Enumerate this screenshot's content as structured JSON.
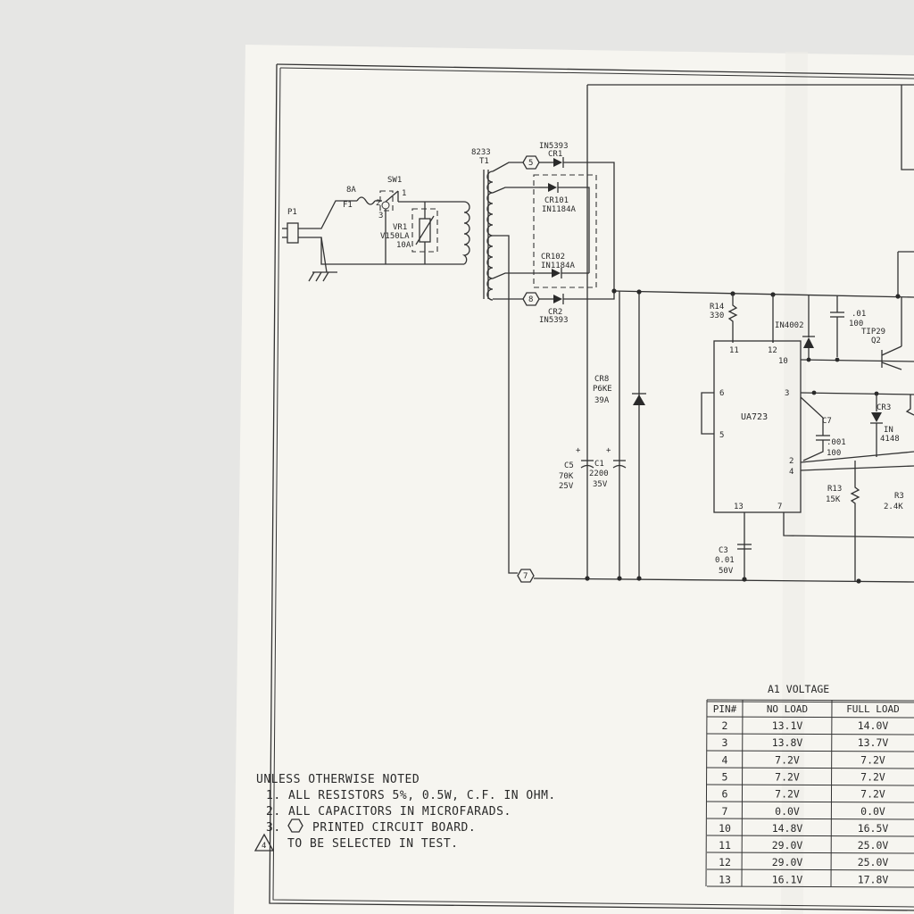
{
  "labels": {
    "p1": "P1",
    "f1_rating": "8A",
    "f1": "F1",
    "sw1": "SW1",
    "sw1_pin1": "1",
    "sw1_pin2": "2",
    "sw1_pin3": "3",
    "vr1": "VR1",
    "vr1_part": "V150LA",
    "vr1_rating": "10A",
    "t1_part": "8233",
    "t1": "T1",
    "node5": "5",
    "node8": "8",
    "node7": "7",
    "cr1_part": "IN5393",
    "cr1": "CR1",
    "cr101": "CR101",
    "cr101_part": "IN1184A",
    "cr102": "CR102",
    "cr102_part": "IN1184A",
    "cr2": "CR2",
    "cr2_part": "IN5393",
    "c5": "C5",
    "c5_val": "70K",
    "c5_volt": "25V",
    "c1": "C1",
    "c1_val": "2200",
    "c1_volt": "35V",
    "plus": "+",
    "cr8": "CR8",
    "cr8_part": "P6KE",
    "cr8_volt": "39A",
    "r14": "R14",
    "r14_val": "330",
    "in4002": "IN4002",
    "cap_01": ".01",
    "cap_100": "100",
    "tip29": "TIP29",
    "q2": "Q2",
    "ua723": "UA723",
    "pin11": "11",
    "pin12": "12",
    "pin10": "10",
    "pin6": "6",
    "pin5": "5",
    "pin3": "3",
    "pin2": "2",
    "pin4": "4",
    "pin13": "13",
    "pin7": "7",
    "c7": "C7",
    "c7_val": ".001",
    "c7_val2": "100",
    "cr3": "CR3",
    "cr3_part1": "IN",
    "cr3_part2": "4148",
    "r13": "R13",
    "r13_val": "15K",
    "r3": "R3",
    "r3_val": "2.4K",
    "c3": "C3",
    "c3_val": "0.01",
    "c3_volt": "50V"
  },
  "notes": {
    "heading": "UNLESS OTHERWISE NOTED",
    "n1": "1. ALL RESISTORS 5%, 0.5W, C.F. IN OHM.",
    "n2": "2. ALL CAPACITORS IN MICROFARADS.",
    "n3_num": "3.",
    "n3": "PRINTED CIRCUIT BOARD.",
    "n4_num": "4",
    "n4": "TO BE SELECTED IN TEST."
  },
  "table": {
    "title": "A1 VOLTAGE",
    "headers": [
      "PIN#",
      "NO LOAD",
      "FULL LOAD"
    ],
    "rows": [
      [
        "2",
        "13.1V",
        "14.0V"
      ],
      [
        "3",
        "13.8V",
        "13.7V"
      ],
      [
        "4",
        "7.2V",
        "7.2V"
      ],
      [
        "5",
        "7.2V",
        "7.2V"
      ],
      [
        "6",
        "7.2V",
        "7.2V"
      ],
      [
        "7",
        "0.0V",
        "0.0V"
      ],
      [
        "10",
        "14.8V",
        "16.5V"
      ],
      [
        "11",
        "29.0V",
        "25.0V"
      ],
      [
        "12",
        "29.0V",
        "25.0V"
      ],
      [
        "13",
        "16.1V",
        "17.8V"
      ]
    ]
  }
}
